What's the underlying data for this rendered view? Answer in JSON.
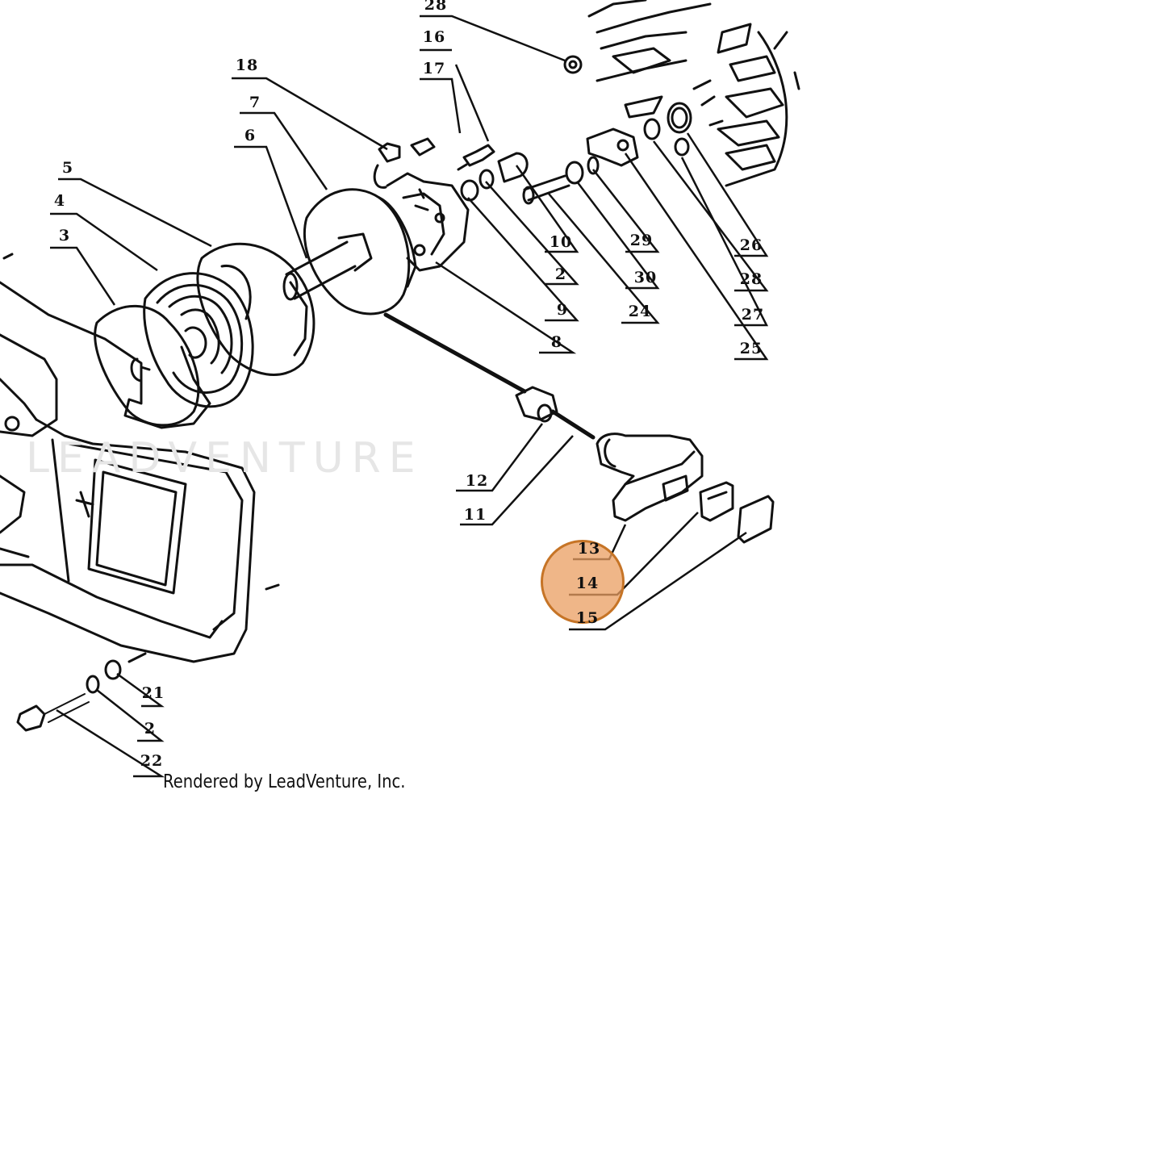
{
  "diagram": {
    "credit": "Rendered by LeadVenture, Inc.",
    "watermark": "LEADVENTURE",
    "highlight_color": "#e0a060",
    "highlighted_part": "14",
    "part_labels": [
      "28",
      "16",
      "17",
      "18",
      "7",
      "6",
      "5",
      "4",
      "3",
      "10",
      "2",
      "9",
      "8",
      "29",
      "30",
      "24",
      "26",
      "28",
      "27",
      "25",
      "12",
      "11",
      "13",
      "14",
      "15",
      "21",
      "2",
      "22"
    ]
  }
}
